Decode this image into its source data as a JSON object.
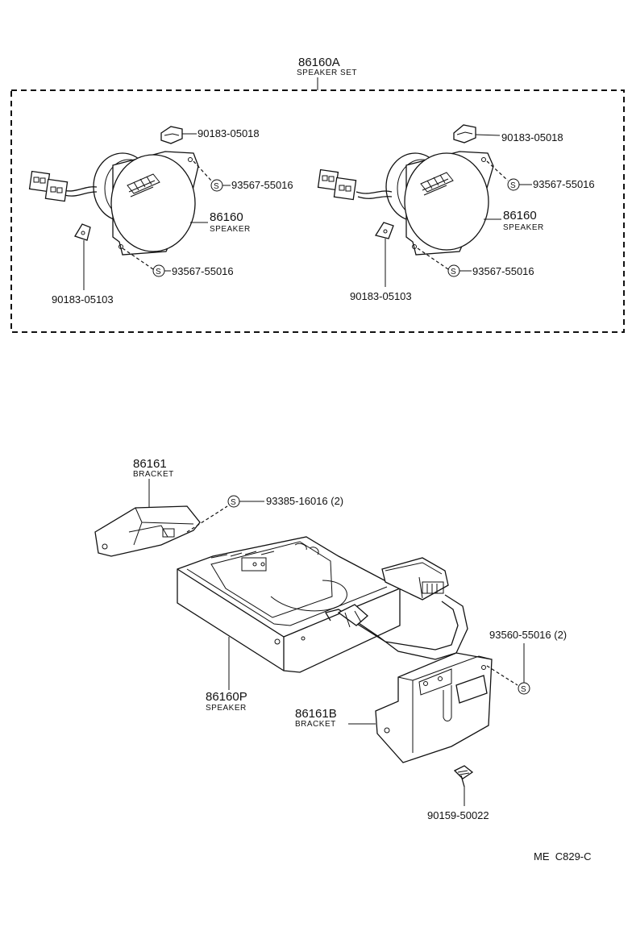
{
  "set": {
    "part_no": "86160A",
    "label": "SPEAKER SET"
  },
  "left_unit": {
    "clip_top": "90183-05018",
    "screw_right": "93567-55016",
    "speaker_no": "86160",
    "speaker_label": "SPEAKER",
    "screw_bottom": "93567-55016",
    "clip_bottom": "90183-05103"
  },
  "right_unit": {
    "clip_top": "90183-05018",
    "screw_right": "93567-55016",
    "speaker_no": "86160",
    "speaker_label": "SPEAKER",
    "screw_bottom": "93567-55016",
    "clip_bottom": "90183-05103"
  },
  "lower": {
    "bracket_no": "86161",
    "bracket_label": "BRACKET",
    "screw_top": "93385-16016 (2)",
    "speaker_no": "86160P",
    "speaker_label": "SPEAKER",
    "screw_right": "93560-55016 (2)",
    "bracket_b_no": "86161B",
    "bracket_b_label": "BRACKET",
    "bolt": "90159-50022"
  },
  "screw_symbol": "S",
  "code": "ME  C829-C"
}
